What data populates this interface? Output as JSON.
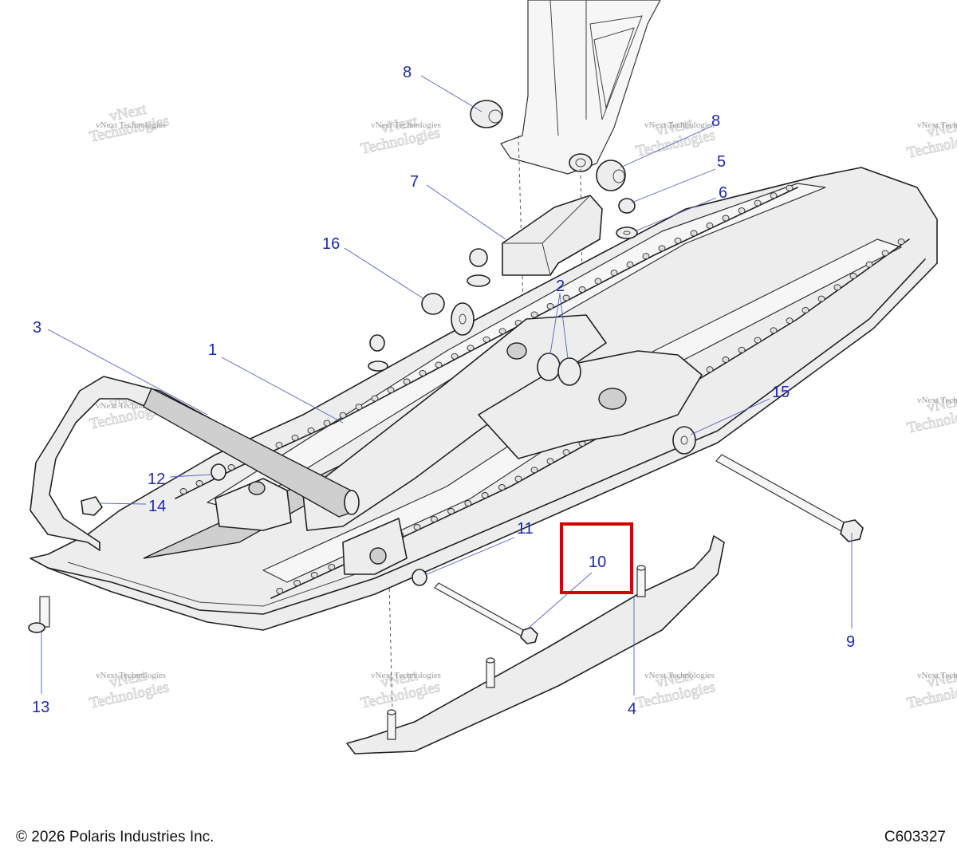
{
  "footer": {
    "copyright": "© 2026 Polaris Industries Inc.",
    "drawing_code": "C603327"
  },
  "watermark": {
    "line1": "vNext Technologies",
    "line2": "vNext",
    "line3": "Technologies"
  },
  "callouts": [
    {
      "id": "8a",
      "label": "8"
    },
    {
      "id": "8b",
      "label": "8"
    },
    {
      "id": "5",
      "label": "5"
    },
    {
      "id": "6",
      "label": "6"
    },
    {
      "id": "7",
      "label": "7"
    },
    {
      "id": "16",
      "label": "16"
    },
    {
      "id": "2",
      "label": "2"
    },
    {
      "id": "3",
      "label": "3"
    },
    {
      "id": "1",
      "label": "1"
    },
    {
      "id": "15",
      "label": "15"
    },
    {
      "id": "12",
      "label": "12"
    },
    {
      "id": "14",
      "label": "14"
    },
    {
      "id": "11",
      "label": "11"
    },
    {
      "id": "10",
      "label": "10"
    },
    {
      "id": "9",
      "label": "9"
    },
    {
      "id": "13",
      "label": "13"
    },
    {
      "id": "4",
      "label": "4"
    }
  ],
  "highlight": {
    "target_callout": "10",
    "color": "#d40000"
  },
  "colors": {
    "callout_text": "#1f2aa8",
    "highlight": "#d40000"
  }
}
